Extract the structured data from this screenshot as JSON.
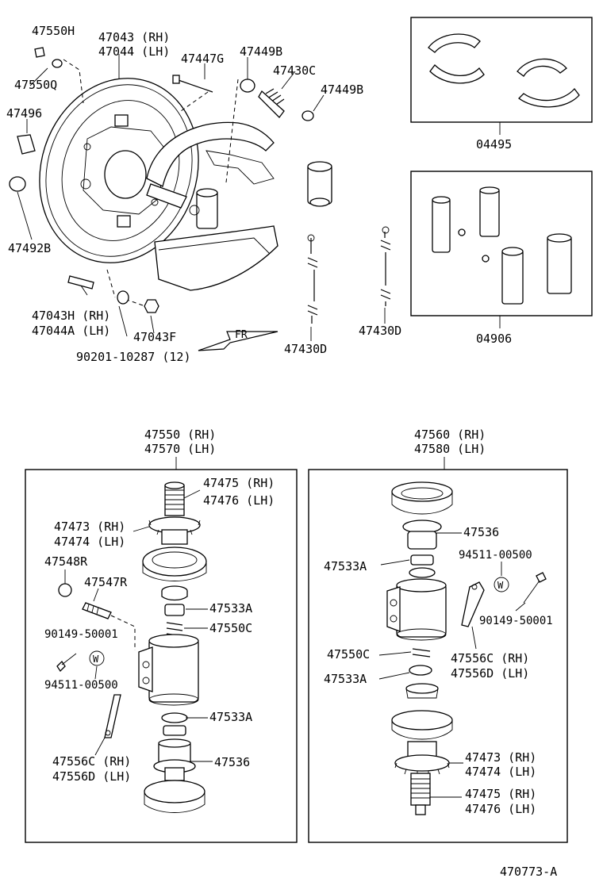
{
  "labels": {
    "p47550H": "47550H",
    "p47043": "47043 (RH)",
    "p47044": "47044 (LH)",
    "p47447G": "47447G",
    "p47449B_a": "47449B",
    "p47430C": "47430C",
    "p47449B_b": "47449B",
    "p47550Q": "47550Q",
    "p47496": "47496",
    "p47492B": "47492B",
    "p47043H": "47043H (RH)",
    "p47044A": "47044A (LH)",
    "p47043F": "47043F",
    "p90201": "90201-10287 (12)",
    "fr": "FR",
    "p47430D_a": "47430D",
    "p47430D_b": "47430D",
    "p04495": "04495",
    "p04906": "04906",
    "left_asm_rh": "47550 (RH)",
    "left_asm_lh": "47570 (LH)",
    "right_asm_rh": "47560 (RH)",
    "right_asm_lh": "47580 (LH)",
    "L_47475": "47475 (RH)",
    "L_47476": "47476 (LH)",
    "L_47473": "47473 (RH)",
    "L_47474": "47474 (LH)",
    "L_47548R": "47548R",
    "L_47547R": "47547R",
    "L_47533A_a": "47533A",
    "L_47550C": "47550C",
    "L_90149": "90149-50001",
    "L_W": "W",
    "L_94511": "94511-00500",
    "L_47533A_b": "47533A",
    "L_47556C": "47556C (RH)",
    "L_47556D": "47556D (LH)",
    "L_47536": "47536",
    "R_47536": "47536",
    "R_94511": "94511-00500",
    "R_47533A_a": "47533A",
    "R_W": "W",
    "R_90149": "90149-50001",
    "R_47550C": "47550C",
    "R_47556C": "47556C (RH)",
    "R_47556D": "47556D (LH)",
    "R_47533A_b": "47533A",
    "R_47473": "47473 (RH)",
    "R_47474": "47474 (LH)",
    "R_47475": "47475 (RH)",
    "R_47476": "47476 (LH)",
    "ref": "470773-A"
  }
}
